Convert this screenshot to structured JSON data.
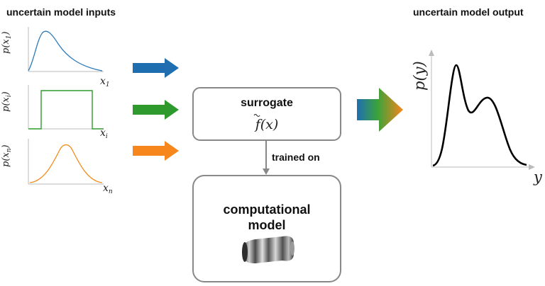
{
  "headings": {
    "inputs": "uncertain model inputs",
    "output": "uncertain model output"
  },
  "inputs": [
    {
      "ylabel": "p(x",
      "ylabel_sub": "1",
      "xlabel": "x",
      "xlabel_sub": "1",
      "shape": "right-skewed",
      "color": "#2f7bb8"
    },
    {
      "ylabel": "p(x",
      "ylabel_sub": "i",
      "xlabel": "x",
      "xlabel_sub": "i",
      "shape": "uniform",
      "color": "#2e9a2e"
    },
    {
      "ylabel": "p(x",
      "ylabel_sub": "n",
      "xlabel": "x",
      "xlabel_sub": "n",
      "shape": "gaussian",
      "color": "#f28a1c"
    }
  ],
  "arrow_colors": [
    "#1f6fb0",
    "#2e9a2e",
    "#f7861c"
  ],
  "surrogate": {
    "title": "surrogate",
    "formula": "f(x)"
  },
  "edge_label": "trained on",
  "computational": {
    "line1": "computational",
    "line2": "model",
    "icon": "grayscale-3d-tube-icon"
  },
  "output": {
    "ylabel": "p(y)",
    "xlabel": "y",
    "shape": "bimodal",
    "color": "#000000"
  }
}
